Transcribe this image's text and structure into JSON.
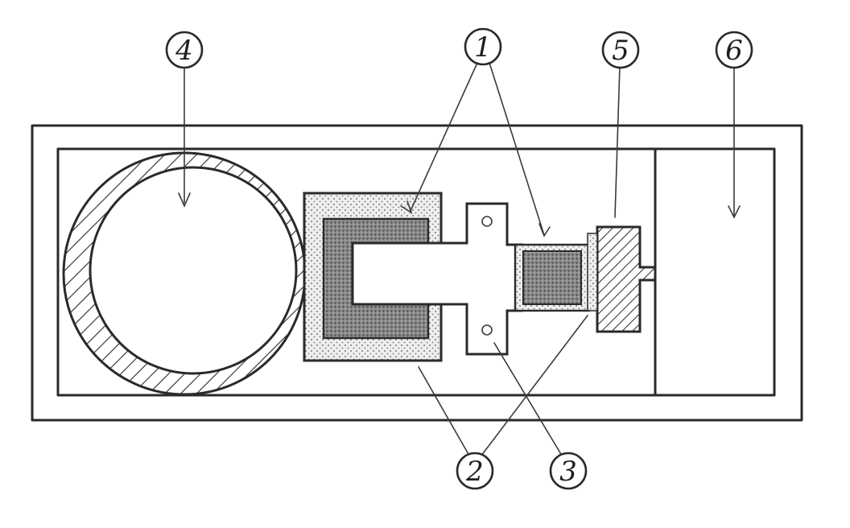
{
  "diagram": {
    "labels": {
      "l1": "1",
      "l2": "2",
      "l3": "3",
      "l4": "4",
      "l5": "5",
      "l6": "6"
    },
    "colors": {
      "ink": "#2a2a2a",
      "coil_fill": "#7d7d7d",
      "dotted_fill": "#d8d8d8",
      "background": "#ffffff"
    }
  }
}
